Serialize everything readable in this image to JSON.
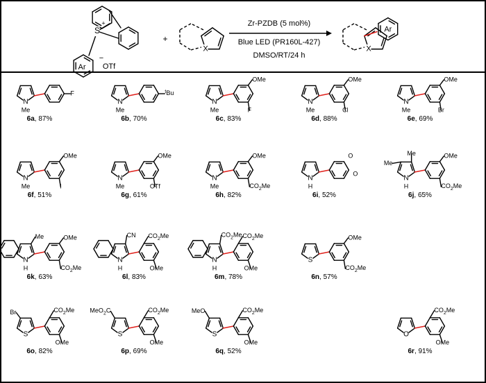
{
  "reaction": {
    "catalyst": "Zr-PZDB (5 mol%)",
    "light": "Blue LED (PR160L-427)",
    "conditions": "DMSO/RT/24 h",
    "plus": "+",
    "reagent_ar": "Ar",
    "reagent_s": "S",
    "reagent_charge": "+",
    "reagent_anion_charge": "−",
    "reagent_anion": "OTf",
    "heteroatom": "X",
    "product_ar": "Ar"
  },
  "products": [
    {
      "id": "6a",
      "yield": "87%",
      "atom": "N",
      "atom_sub": "Me",
      "subs": [
        "F"
      ]
    },
    {
      "id": "6b",
      "yield": "70%",
      "atom": "N",
      "atom_sub": "Me",
      "subs": [
        "tBu"
      ]
    },
    {
      "id": "6c",
      "yield": "83%",
      "atom": "N",
      "atom_sub": "Me",
      "subs": [
        "OMe",
        "F"
      ]
    },
    {
      "id": "6d",
      "yield": "88%",
      "atom": "N",
      "atom_sub": "Me",
      "subs": [
        "OMe",
        "Cl"
      ]
    },
    {
      "id": "6e",
      "yield": "69%",
      "atom": "N",
      "atom_sub": "Me",
      "subs": [
        "OMe",
        "Br"
      ]
    },
    {
      "id": "6f",
      "yield": "51%",
      "atom": "N",
      "atom_sub": "Me",
      "subs": [
        "OMe",
        "I"
      ]
    },
    {
      "id": "6g",
      "yield": "61%",
      "atom": "N",
      "atom_sub": "Me",
      "subs": [
        "OMe",
        "OTf"
      ]
    },
    {
      "id": "6h",
      "yield": "82%",
      "atom": "N",
      "atom_sub": "Me",
      "subs": [
        "OMe",
        "CO2Me"
      ]
    },
    {
      "id": "6i",
      "yield": "52%",
      "atom": "N",
      "atom_sub": "H",
      "subs": [
        "O",
        "O"
      ]
    },
    {
      "id": "6j",
      "yield": "65%",
      "atom": "N",
      "atom_sub": "H",
      "subs": [
        "Me",
        "Me",
        "OMe",
        "CO2Me"
      ]
    },
    {
      "id": "6k",
      "yield": "63%",
      "atom": "N",
      "atom_sub": "H",
      "subs": [
        "Me",
        "OMe",
        "CO2Me"
      ]
    },
    {
      "id": "6l",
      "yield": "83%",
      "atom": "N",
      "atom_sub": "H",
      "subs": [
        "CN",
        "CO2Me",
        "OMe"
      ]
    },
    {
      "id": "6m",
      "yield": "78%",
      "atom": "N",
      "atom_sub": "H",
      "subs": [
        "CO2Me",
        "CO2Me",
        "OMe"
      ]
    },
    {
      "id": "6n",
      "yield": "57%",
      "atom": "S",
      "atom_sub": "",
      "subs": [
        "OMe",
        "CO2Me"
      ]
    },
    {
      "id": "6o",
      "yield": "82%",
      "atom": "S",
      "atom_sub": "",
      "subs": [
        "Br",
        "CO2Me",
        "OMe"
      ]
    },
    {
      "id": "6p",
      "yield": "69%",
      "atom": "S",
      "atom_sub": "",
      "subs": [
        "MeO2C",
        "CO2Me",
        "OMe"
      ]
    },
    {
      "id": "6q",
      "yield": "52%",
      "atom": "S",
      "atom_sub": "",
      "subs": [
        "MeO",
        "CO2Me",
        "OMe"
      ]
    },
    {
      "id": "6r",
      "yield": "91%",
      "atom": "O",
      "atom_sub": "",
      "subs": [
        "CO2Me",
        "OMe"
      ]
    }
  ],
  "colors": {
    "ink": "#000000",
    "new_bond": "#e0201b"
  }
}
